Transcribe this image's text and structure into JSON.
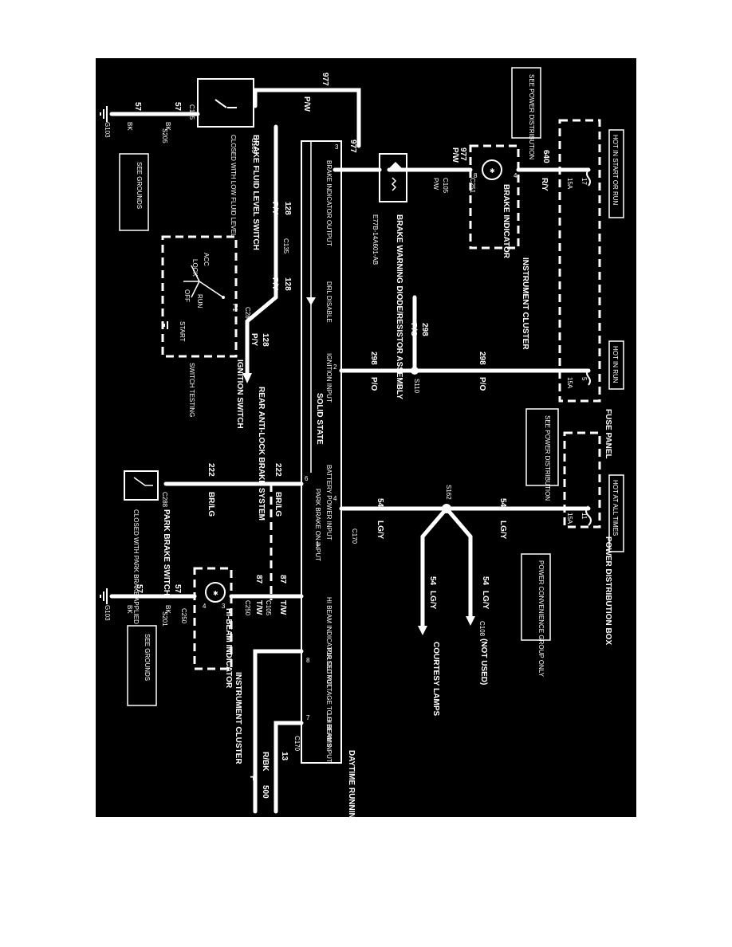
{
  "colors": {
    "background": "#000000",
    "wire": "#ffffff",
    "page": "#ffffff"
  },
  "boxes": {
    "hot_start_run": "HOT IN START OR RUN",
    "hot_run": "HOT IN RUN",
    "hot_all_times": "HOT AT ALL TIMES",
    "see_power_dist_1": "SEE POWER DISTRIBUTION",
    "see_power_dist_2": "SEE POWER DISTRIBUTION",
    "see_grounds_1": "SEE GROUNDS",
    "see_grounds_2": "SEE GROUNDS",
    "power_convenience": "POWER CONVENIENCE GROUP ONLY"
  },
  "components": {
    "fuse_panel": "FUSE PANEL",
    "power_distribution_box": "POWER DISTRIBUTION BOX",
    "brake_indicator": "BRAKE INDICATOR",
    "instrument_cluster_1": "INSTRUMENT CLUSTER",
    "instrument_cluster_2": "INSTRUMENT CLUSTER",
    "hi_beam_indicator": "HI-BEAM INDICATOR",
    "brake_warning_assembly": "BRAKE WARNING DIODE/RESISTOR ASSEMBLY",
    "brake_warning_part": "E77B-14A601-AB",
    "brake_fluid_switch": "BRAKE FLUID LEVEL SWITCH",
    "brake_fluid_note": "CLOSED WITH LOW FLUID LEVEL",
    "ignition_switch": "IGNITION SWITCH",
    "switch_testing": "SWITCH TESTING",
    "park_brake_switch": "PARK BRAKE SWITCH",
    "park_brake_note": "CLOSED WITH PARK BRAKE APPLIED",
    "drl_module": "DAYTIME RUNNING LAMPS (DRL) MODULE",
    "solid_state": "SOLID STATE",
    "rear_antilock": "REAR ANTI-LOCK BRAKE SYSTEM",
    "courtesy_lamps": "COURTESY LAMPS",
    "not_used": "(NOT USED)"
  },
  "drl_pins": {
    "brake_indicator_output": "BRAKE INDICATOR OUTPUT",
    "drl_disable": "DRL DISABLE",
    "ignition_input": "IGNITION INPUT",
    "battery_power_input": "BATTERY POWER INPUT",
    "park_brake_on_input": "PARK BRAKE ON INPUT",
    "hi_beam_indicator_output": "HI BEAM INDICATOR OUTPUT",
    "pulsed_voltage": "PULSED VOLTAGE TO HI BEAMS",
    "lo_beam_input": "LO BEAM INPUT",
    "pin_3": "3",
    "pin_2": "2",
    "pin_4": "4",
    "pin_6": "6",
    "pin_1": "1",
    "pin_8": "8",
    "pin_7": "7"
  },
  "ignition_positions": {
    "acc": "ACC",
    "lock": "LOCK",
    "off": "OFF",
    "run": "RUN",
    "start": "START",
    "p1": "P1"
  },
  "fuses": {
    "f17_num": "17",
    "f17_amp": "15A",
    "f5_num": "5",
    "f5_amp": "15A",
    "f11_num": "11",
    "f11_amp": "15A"
  },
  "circuits": {
    "c640": "640",
    "c640_color": "R/Y",
    "c977_top": "977",
    "c977_top_color": "P/W",
    "c977_mid": "977",
    "c977_mid_color": "P/W",
    "c977_left": "977",
    "c977_left_color": "P/W",
    "c128_a": "128",
    "c128_a_color": "P/Y",
    "c128_b": "128",
    "c128_b_color": "P/Y",
    "c128_c": "128",
    "c128_c_color": "P/Y",
    "c298_a": "298",
    "c298_a_color": "P/O",
    "c298_b": "298",
    "c298_b_color": "P/O",
    "c298_c": "298",
    "c298_c_color": "P/O",
    "c54_a": "54",
    "c54_a_color": "LG/Y",
    "c54_b": "54",
    "c54_b_color": "LG/Y",
    "c54_c": "54",
    "c54_c_color": "LG/Y",
    "c54_d": "54",
    "c54_d_color": "LG/Y",
    "c222_a": "222",
    "c222_a_color": "BR/LG",
    "c222_b": "222",
    "c222_b_color": "BR/LG",
    "c87_a": "87",
    "c87_a_color": "T/W",
    "c87_b": "87",
    "c87_b_color": "T/W",
    "c57_a": "57",
    "c57_a_color": "BK",
    "c57_b": "57",
    "c57_b_color": "BK",
    "c57_c": "57",
    "c57_c_color": "BK",
    "c57_d": "57",
    "c57_d_color": "BK",
    "c13": "13",
    "c13_color": "R/BK",
    "c500": "500",
    "c500_letter": "P"
  },
  "connectors": {
    "c251_a": "C251",
    "c251_b": "C251",
    "c105_a": "C105",
    "c105_b": "C105",
    "c165_a": "C165",
    "c165_b": "C165",
    "c135": "C135",
    "c284": "C284",
    "s110": "S110",
    "s162": "S162",
    "c170_a": "C170",
    "c170_b": "C170",
    "c108": "C108",
    "c288": "C288",
    "c250_a": "C250",
    "c250_b": "C250",
    "s201": "S201",
    "s205": "S205",
    "g103_a": "G103",
    "g103_b": "G103"
  },
  "pins": {
    "brake_ind_4": "4",
    "brake_ind_8": "8",
    "hb_4": "4",
    "hb_3": "3"
  }
}
